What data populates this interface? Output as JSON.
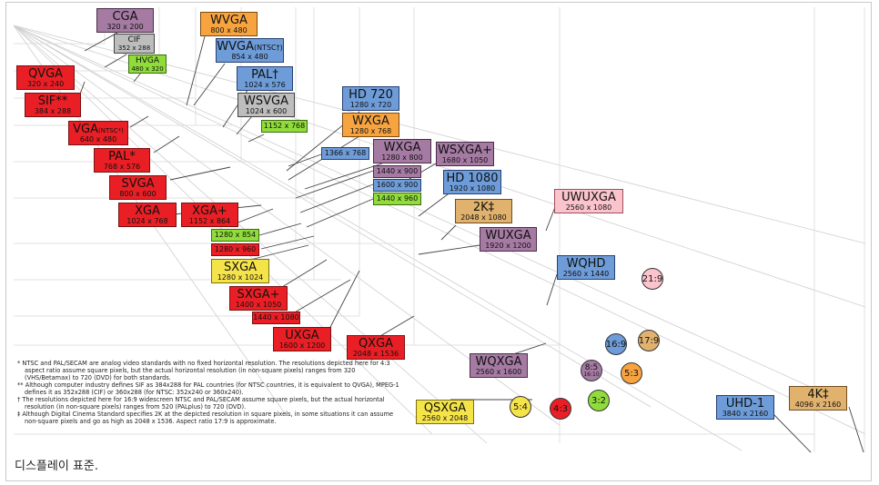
{
  "colors": {
    "red": "#ea1f25",
    "blue": "#6d9cd8",
    "orange": "#f7a440",
    "purple": "#a57aa3",
    "gray": "#bdbdbd",
    "green": "#8fdc3a",
    "yellow": "#f5e34a",
    "tan": "#e1b26e",
    "pink": "#fbc3cc"
  },
  "standards": {
    "cga": {
      "name": "CGA",
      "res": "320 x 200"
    },
    "wvga": {
      "name": "WVGA",
      "res": "800 x 480"
    },
    "cif": {
      "name": "CIF",
      "res": "352 x 288"
    },
    "wvga_ntsc": {
      "name": "WVGA",
      "sub": "(NTSC†)",
      "res": "854 x 480"
    },
    "qvga": {
      "name": "QVGA",
      "res": "320 x 240"
    },
    "hvga": {
      "name": "HVGA",
      "res": "480 x 320"
    },
    "pal_dagger": {
      "name": "PAL†",
      "res": "1024 x 576"
    },
    "sif": {
      "name": "SIF**",
      "res": "384 x 288"
    },
    "wsvga": {
      "name": "WSVGA",
      "res": "1024 x 600"
    },
    "hd720": {
      "name": "HD 720",
      "res": "1280 x 720"
    },
    "r1152x768": {
      "res": "1152 x 768"
    },
    "vga": {
      "name": "VGA",
      "sub": "(NTSC*)",
      "res": "640 x 480"
    },
    "wxga": {
      "name": "WXGA",
      "res": "1280 x 768"
    },
    "pal_star": {
      "name": "PAL*",
      "res": "768 x 576"
    },
    "r1366x768": {
      "res": "1366 x 768"
    },
    "wxga2": {
      "name": "WXGA",
      "res": "1280 x 800"
    },
    "wsxga_plus": {
      "name": "WSXGA+",
      "res": "1680 x 1050"
    },
    "r1440x900": {
      "res": "1440 x 900"
    },
    "svga": {
      "name": "SVGA",
      "res": "800 x 600"
    },
    "hd1080": {
      "name": "HD 1080",
      "res": "1920 x 1080"
    },
    "r1600x900": {
      "res": "1600 x 900"
    },
    "r1440x960": {
      "res": "1440 x 960"
    },
    "uwuxga": {
      "name": "UWUXGA",
      "res": "2560 x 1080"
    },
    "xga": {
      "name": "XGA",
      "res": "1024 x 768"
    },
    "xga_plus": {
      "name": "XGA+",
      "res": "1152 x 864"
    },
    "k2": {
      "name": "2K‡",
      "res": "2048 x 1080"
    },
    "r1280x854": {
      "res": "1280 x 854"
    },
    "wuxga": {
      "name": "WUXGA",
      "res": "1920 x 1200"
    },
    "r1280x960": {
      "res": "1280 x 960"
    },
    "sxga": {
      "name": "SXGA",
      "res": "1280 x 1024"
    },
    "wqhd": {
      "name": "WQHD",
      "res": "2560 x 1440"
    },
    "sxga_plus": {
      "name": "SXGA+",
      "res": "1400 x 1050"
    },
    "r1440x1080": {
      "res": "1440 x 1080"
    },
    "uxga": {
      "name": "UXGA",
      "res": "1600 x 1200"
    },
    "qxga": {
      "name": "QXGA",
      "res": "2048 x 1536"
    },
    "wqxga": {
      "name": "WQXGA",
      "res": "2560 x 1600"
    },
    "qsxga": {
      "name": "QSXGA",
      "res": "2560 x 2048"
    },
    "uhd1": {
      "name": "UHD-1",
      "res": "3840 x 2160"
    },
    "k4": {
      "name": "4K‡",
      "res": "4096 x 2160"
    }
  },
  "ratios": {
    "r21_9": "21:9",
    "r17_9": "17:9",
    "r16_9": "16:9",
    "r8_5": "8:5",
    "r16_10": "16:10",
    "r5_3": "5:3",
    "r3_2": "3:2",
    "r5_4": "5:4",
    "r4_3": "4:3"
  },
  "notes": [
    "* NTSC and PAL/SECAM are analog video standards with no fixed horizontal resolution. The resolutions depicted here for 4:3 aspect ratio assume square pixels, but the actual horizontal resolution (in non-square pixels) ranges from 320 (VHS/Betamax) to 720 (DVD) for both standards.",
    "** Although computer industry defines SIF as 384x288 for PAL countries (for NTSC countries, it is equivalent to QVGA), MPEG-1 defines it as 352x288 (CIF) or 360x288 (for NTSC: 352x240 or 360x240).",
    "† The resolutions depicted here for 16:9 widescreen NTSC and PAL/SECAM assume square pixels, but the actual horizontal resolution (in non-square pixels) ranges from 520 (PALplus) to 720 (DVD).",
    "‡ Although Digital Cinema Standard specifies 2K at the depicted resolution in square pixels, in some situations it can assume non-square pixels and go as high as 2048 x 1536. Aspect ratio 17:9 is approximate."
  ],
  "caption": "디스플레이 표준."
}
